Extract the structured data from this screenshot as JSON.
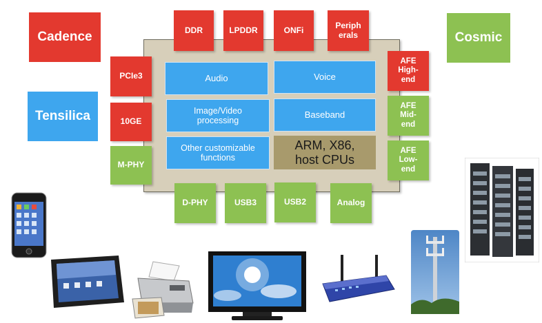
{
  "vendors": {
    "cadence": "Cadence",
    "tensilica": "Tensilica",
    "cosmic": "Cosmic"
  },
  "top_interfaces": [
    "DDR",
    "LPDDR",
    "ONFi",
    "Periph\nerals"
  ],
  "left_interfaces": [
    "PCIe3",
    "10GE",
    "M-PHY"
  ],
  "right_interfaces": [
    "AFE\nHigh-\nend",
    "AFE\nMid-\nend",
    "AFE\nLow-\nend"
  ],
  "bottom_interfaces": [
    "D-PHY",
    "USB3",
    "USB2",
    "Analog"
  ],
  "core_blocks": {
    "audio": "Audio",
    "voice": "Voice",
    "image_video": "Image/Video\nprocessing",
    "baseband": "Baseband",
    "other": "Other customizable\nfunctions",
    "host_cpus": "ARM, X86,\nhost CPUs"
  },
  "colors": {
    "red": "#e3392f",
    "green": "#8dc152",
    "blue": "#3ea6ee",
    "chip": "#d7cfba",
    "cpu_block": "#a89a6c"
  },
  "devices": [
    "smartphone-icon",
    "tablet-icon",
    "printer-icon",
    "tv-icon",
    "router-icon",
    "cell-tower-icon",
    "server-rack-icon"
  ]
}
